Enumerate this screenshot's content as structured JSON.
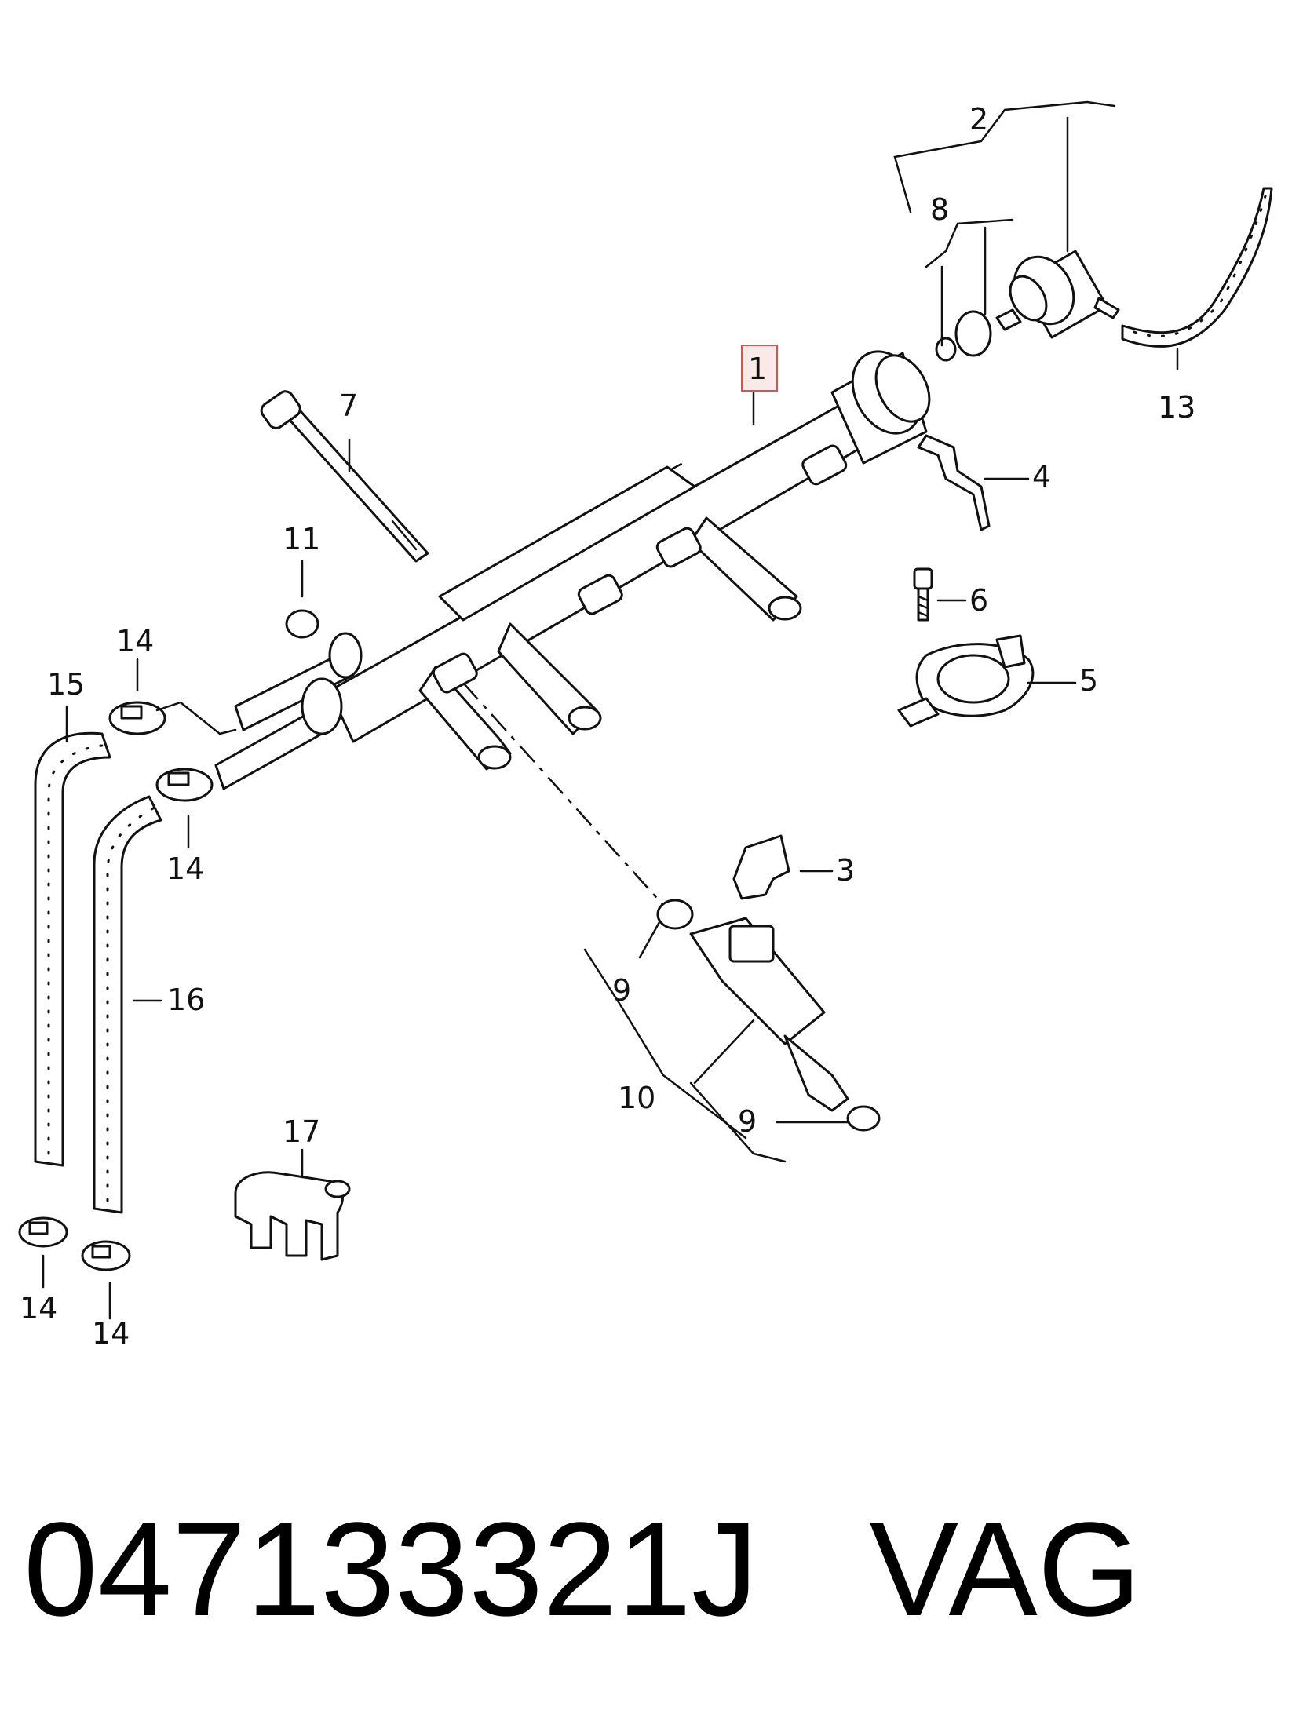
{
  "diagram": {
    "labels": [
      {
        "id": "1",
        "text": "1",
        "highlighted": true
      },
      {
        "id": "2",
        "text": "2"
      },
      {
        "id": "3",
        "text": "3"
      },
      {
        "id": "4",
        "text": "4"
      },
      {
        "id": "5",
        "text": "5"
      },
      {
        "id": "6",
        "text": "6"
      },
      {
        "id": "7",
        "text": "7"
      },
      {
        "id": "8",
        "text": "8"
      },
      {
        "id": "9a",
        "text": "9"
      },
      {
        "id": "9b",
        "text": "9"
      },
      {
        "id": "10",
        "text": "10"
      },
      {
        "id": "11",
        "text": "11"
      },
      {
        "id": "13",
        "text": "13"
      },
      {
        "id": "14a",
        "text": "14"
      },
      {
        "id": "14b",
        "text": "14"
      },
      {
        "id": "14c",
        "text": "14"
      },
      {
        "id": "14d",
        "text": "14"
      },
      {
        "id": "15",
        "text": "15"
      },
      {
        "id": "16",
        "text": "16"
      },
      {
        "id": "17",
        "text": "17"
      }
    ],
    "highlight_color": "#d9534f"
  },
  "caption": {
    "part_number": "047133321J",
    "brand": "VAG"
  }
}
